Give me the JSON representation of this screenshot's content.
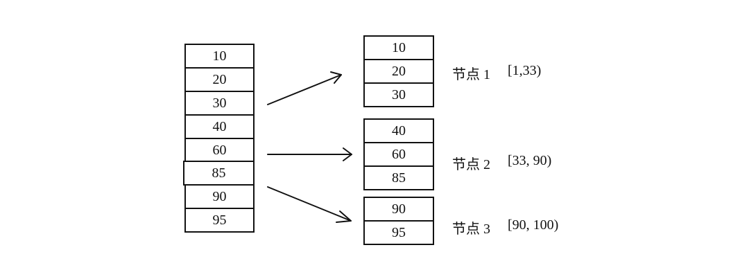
{
  "source_column": {
    "values": [
      "10",
      "20",
      "30",
      "40",
      "60",
      "85",
      "90",
      "95"
    ]
  },
  "nodes": [
    {
      "name": "节点 1",
      "range": "[1,33)",
      "values": [
        "10",
        "20",
        "30"
      ]
    },
    {
      "name": "节点 2",
      "range": "[33, 90)",
      "values": [
        "40",
        "60",
        "85"
      ]
    },
    {
      "name": "节点 3",
      "range": "[90, 100)",
      "values": [
        "90",
        "95"
      ]
    }
  ],
  "colors": {
    "stroke": "#111111",
    "background": "#ffffff"
  }
}
